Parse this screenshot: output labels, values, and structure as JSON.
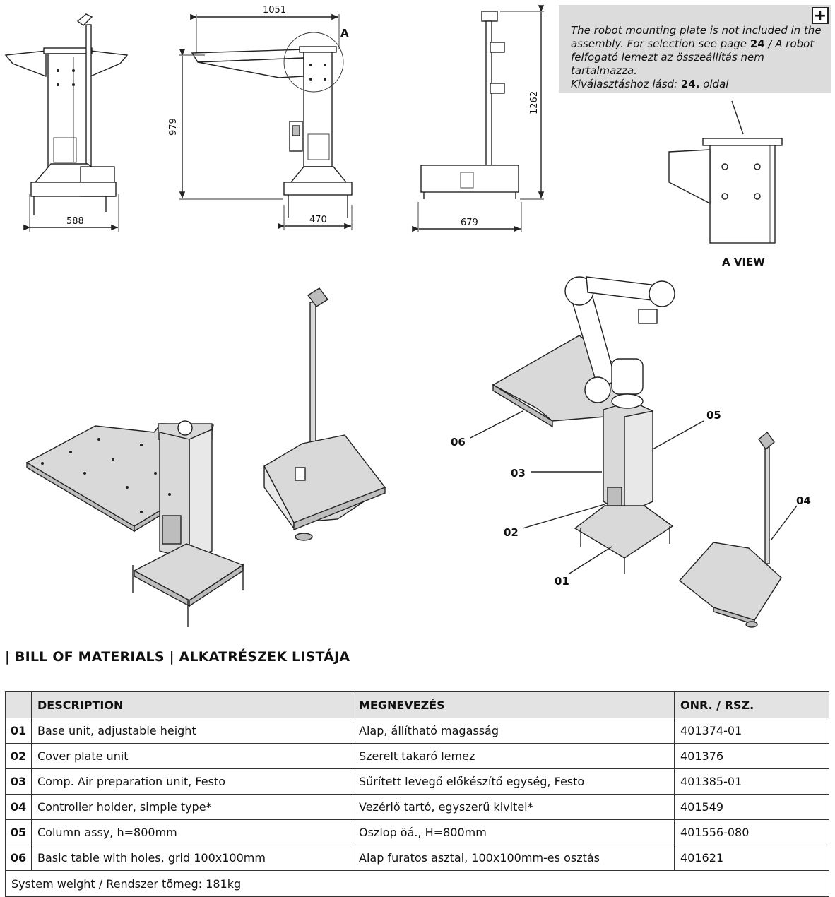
{
  "dimensions": {
    "width_left": "588",
    "length_total": "1051",
    "height_table": "979",
    "base_side": "470",
    "height_total": "1262",
    "width_right": "679"
  },
  "labels": {
    "detail_marker": "A",
    "a_view": "A VIEW"
  },
  "note": {
    "plus": "+",
    "line1": "The robot mounting plate is not included in the",
    "line2_pre": "assembly. For selection see page ",
    "line2_page": "24",
    "line2_post": " / A robot",
    "line3": "felfogató lemezt az összeállítás nem tartalmazza.",
    "line4_pre": "Kiválasztáshoz lásd: ",
    "line4_page": "24.",
    "line4_post": " oldal"
  },
  "callouts": {
    "c01": "01",
    "c02": "02",
    "c03": "03",
    "c04": "04",
    "c05": "05",
    "c06": "06"
  },
  "bom": {
    "title": "| BILL OF MATERIALS | ALKATRÉSZEK LISTÁJA",
    "headers": {
      "num": "",
      "description": "DESCRIPTION",
      "megnevezes": "MEGNEVEZÉS",
      "onr": "ONR. / RSZ."
    },
    "rows": [
      {
        "num": "01",
        "description": "Base unit, adjustable height",
        "megnevezes": "Alap, állítható magasság",
        "onr": "401374-01"
      },
      {
        "num": "02",
        "description": "Cover plate unit",
        "megnevezes": "Szerelt takaró lemez",
        "onr": "401376"
      },
      {
        "num": "03",
        "description": "Comp. Air preparation unit, Festo",
        "megnevezes": "Sűrített levegő előkészítő egység, Festo",
        "onr": "401385-01"
      },
      {
        "num": "04",
        "description": "Controller holder, simple type*",
        "megnevezes": "Vezérlő tartó, egyszerű kivitel*",
        "onr": "401549"
      },
      {
        "num": "05",
        "description": "Column assy, h=800mm",
        "megnevezes": "Oszlop öá., H=800mm",
        "onr": "401556-080"
      },
      {
        "num": "06",
        "description": "Basic table with holes, grid 100x100mm",
        "megnevezes": "Alap furatos asztal, 100x100mm-es osztás",
        "onr": "401621"
      }
    ],
    "footer": "System weight / Rendszer tömeg: 181kg"
  }
}
